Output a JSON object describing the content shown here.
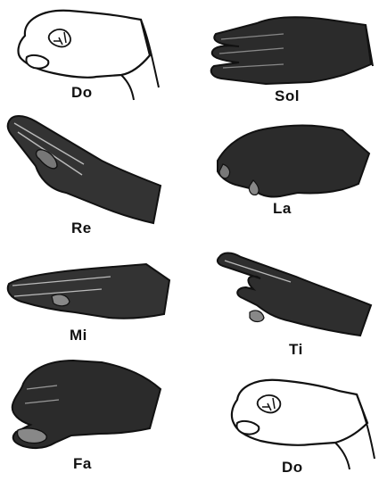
{
  "figure": {
    "signs": [
      {
        "syllable": "Do",
        "hand": "fist-open-outline-icon"
      },
      {
        "syllable": "Sol",
        "hand": "flat-hand-horizontal-icon"
      },
      {
        "syllable": "Re",
        "hand": "flat-hand-angled-up-icon"
      },
      {
        "syllable": "La",
        "hand": "drooping-hand-icon"
      },
      {
        "syllable": "Mi",
        "hand": "flat-hand-downward-icon"
      },
      {
        "syllable": "Ti",
        "hand": "pointing-hand-up-icon"
      },
      {
        "syllable": "Fa",
        "hand": "thumb-down-hand-icon"
      },
      {
        "syllable": "Do",
        "hand": "fist-open-outline-icon"
      }
    ],
    "colors": {
      "ink": "#111111",
      "shade": "#2b2b2b",
      "paper": "#ffffff"
    }
  }
}
